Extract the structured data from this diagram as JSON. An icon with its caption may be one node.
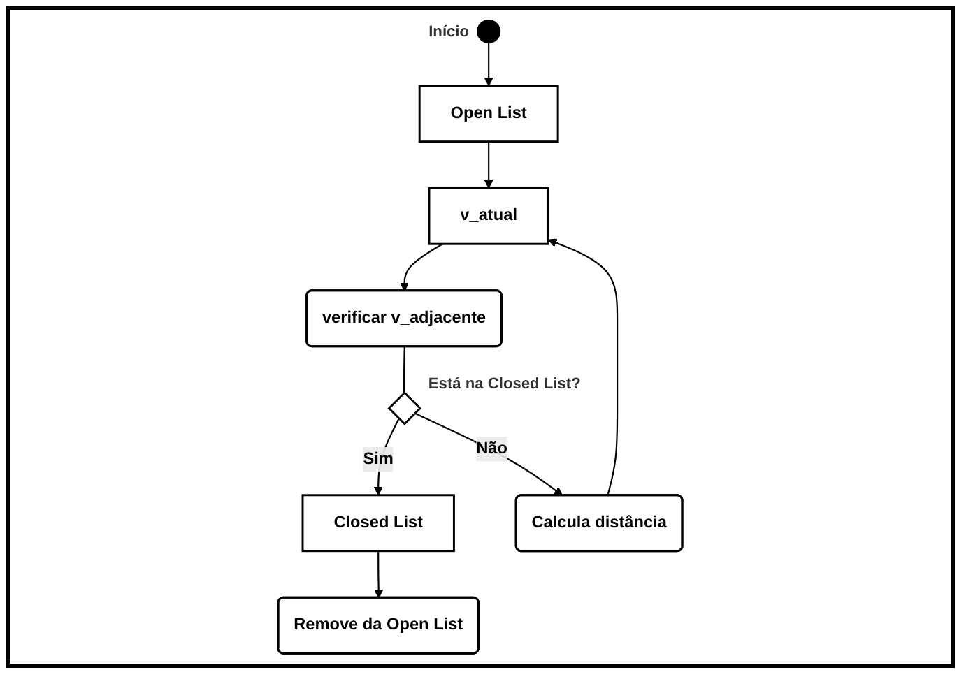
{
  "diagram": {
    "nodes": [
      {
        "text": [],
        "shape": "circle",
        "beside": [
          "Início"
        ]
      },
      {
        "text": [
          "Open List"
        ]
      },
      {
        "text": [
          "v_atual"
        ]
      },
      {
        "text": [
          "verificar v_adjacente"
        ]
      },
      {
        "text": [],
        "shape": "diamond",
        "beside": [
          "Está na Closed List?"
        ]
      },
      {
        "text": [
          "Closed List"
        ]
      },
      {
        "text": [
          "Remove da Open List"
        ]
      },
      {
        "text": [
          "Calcula distância"
        ]
      }
    ],
    "edges": [
      {
        "from": 0,
        "to": 1,
        "arrow": "to"
      },
      {
        "from": 1,
        "to": 2,
        "arrow": "to"
      },
      {
        "from": 2,
        "to": 3,
        "arrow": "to"
      },
      {
        "from": 3,
        "to": 4,
        "arrow": "none"
      },
      {
        "from": 4,
        "to": 5,
        "arrow": "to",
        "label": "Sim"
      },
      {
        "from": 4,
        "to": 7,
        "arrow": "to",
        "label": "Não"
      },
      {
        "from": 5,
        "to": 6,
        "arrow": "to"
      },
      {
        "from": 7,
        "to": 2,
        "arrow": "to"
      }
    ]
  }
}
